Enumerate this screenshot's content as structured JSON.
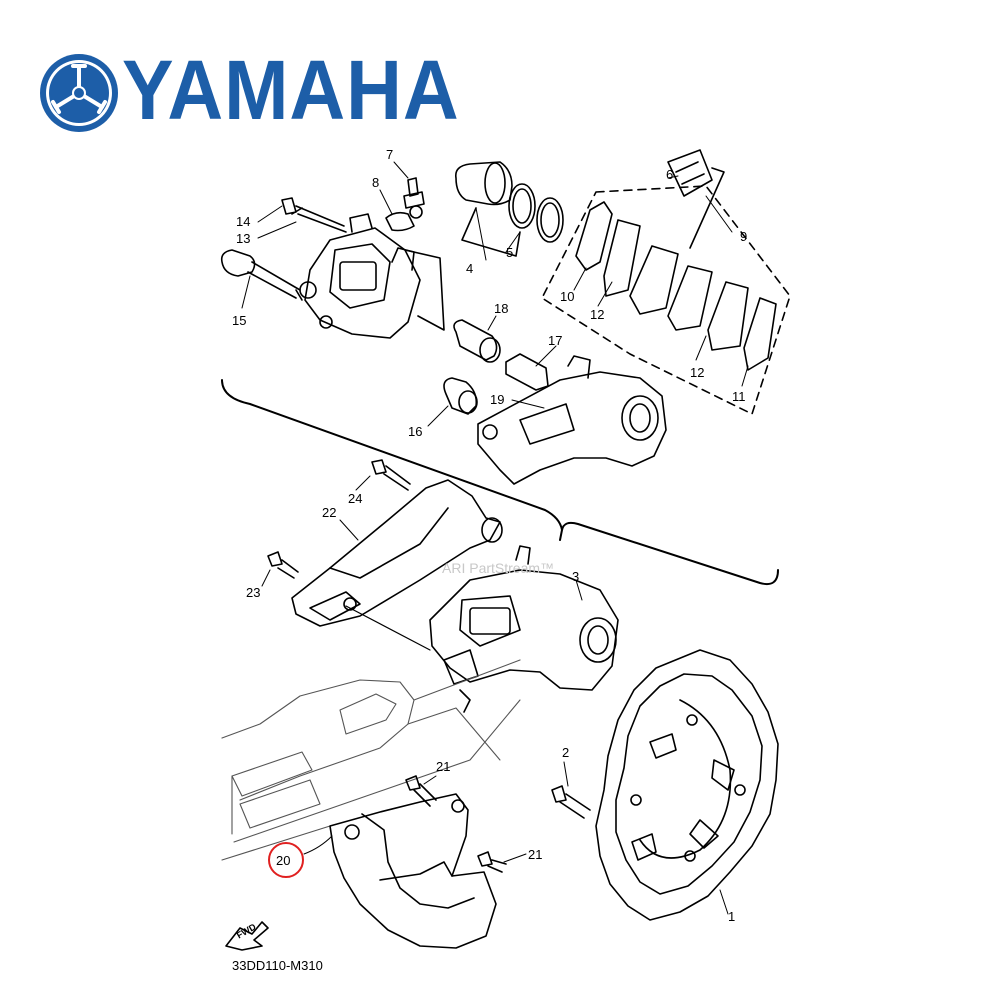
{
  "brand": {
    "name": "YAMAHA",
    "color": "#1d5ea8"
  },
  "diagram_code": "33DD110-M310",
  "watermark": "ARI PartStream™",
  "fwd_label": "FWD",
  "highlight": {
    "part": "20",
    "color": "#e02020"
  },
  "callouts": [
    {
      "id": "c1",
      "text": "1"
    },
    {
      "id": "c2",
      "text": "2"
    },
    {
      "id": "c3",
      "text": "3"
    },
    {
      "id": "c4",
      "text": "4"
    },
    {
      "id": "c5",
      "text": "5"
    },
    {
      "id": "c6",
      "text": "6"
    },
    {
      "id": "c7",
      "text": "7"
    },
    {
      "id": "c8",
      "text": "8"
    },
    {
      "id": "c9",
      "text": "9"
    },
    {
      "id": "c10",
      "text": "10"
    },
    {
      "id": "c11",
      "text": "11"
    },
    {
      "id": "c12a",
      "text": "12"
    },
    {
      "id": "c12b",
      "text": "12"
    },
    {
      "id": "c13",
      "text": "13"
    },
    {
      "id": "c14",
      "text": "14"
    },
    {
      "id": "c15",
      "text": "15"
    },
    {
      "id": "c16",
      "text": "16"
    },
    {
      "id": "c17",
      "text": "17"
    },
    {
      "id": "c18",
      "text": "18"
    },
    {
      "id": "c19",
      "text": "19"
    },
    {
      "id": "c20",
      "text": "20"
    },
    {
      "id": "c21a",
      "text": "21"
    },
    {
      "id": "c21b",
      "text": "21"
    },
    {
      "id": "c22",
      "text": "22"
    },
    {
      "id": "c23",
      "text": "23"
    },
    {
      "id": "c24",
      "text": "24"
    }
  ]
}
